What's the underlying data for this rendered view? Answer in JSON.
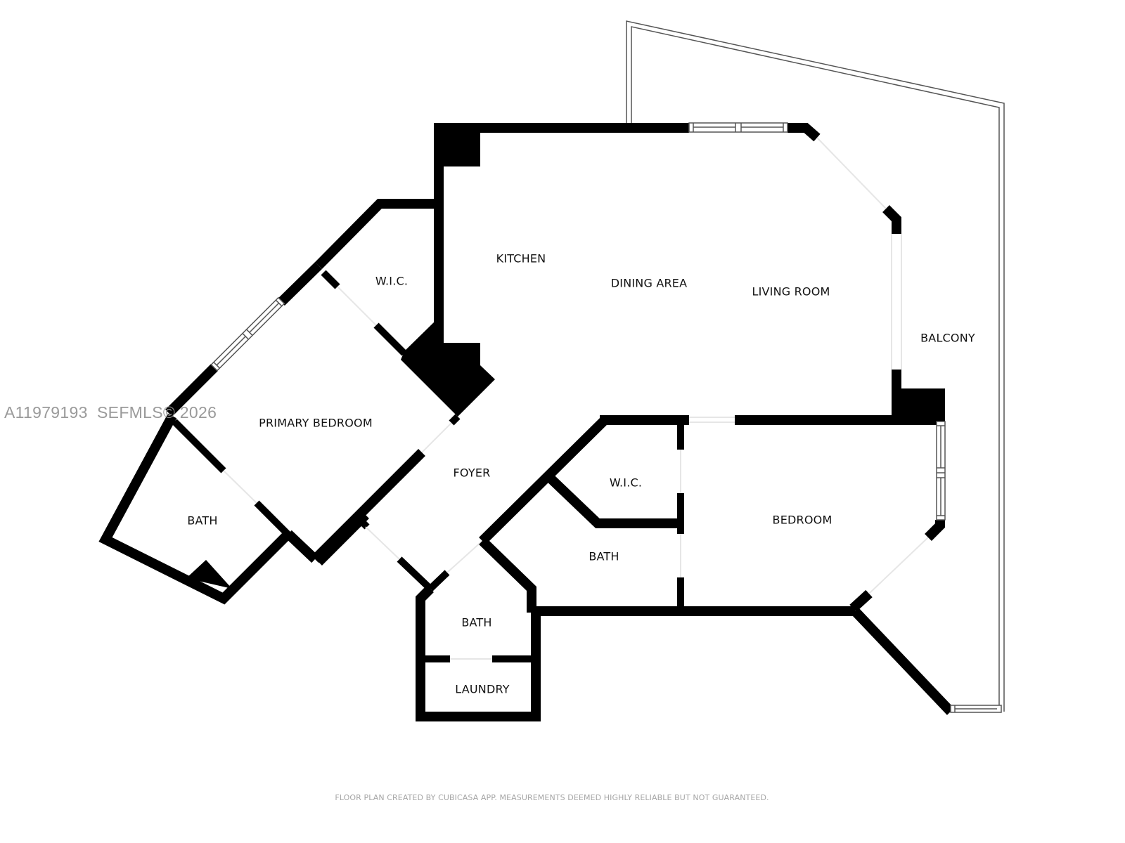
{
  "rooms": {
    "kitchen": "KITCHEN",
    "dining_area": "DINING AREA",
    "living_room": "LIVING ROOM",
    "balcony": "BALCONY",
    "wic_primary": "W.I.C.",
    "primary_bedroom": "PRIMARY BEDROOM",
    "bath_primary": "BATH",
    "foyer": "FOYER",
    "wic_bedroom": "W.I.C.",
    "bath_bedroom": "BATH",
    "bedroom": "BEDROOM",
    "bath_hall": "BATH",
    "laundry": "LAUNDRY"
  },
  "watermark": "A11979193  SEFMLS© 2026",
  "footer": "FLOOR PLAN CREATED BY CUBICASA APP. MEASUREMENTS DEEMED HIGHLY RELIABLE BUT NOT GUARANTEED.",
  "colors": {
    "wall": "#000000",
    "background": "#ffffff",
    "watermark": "#9a9a9a",
    "footer": "#a5a5a5"
  }
}
